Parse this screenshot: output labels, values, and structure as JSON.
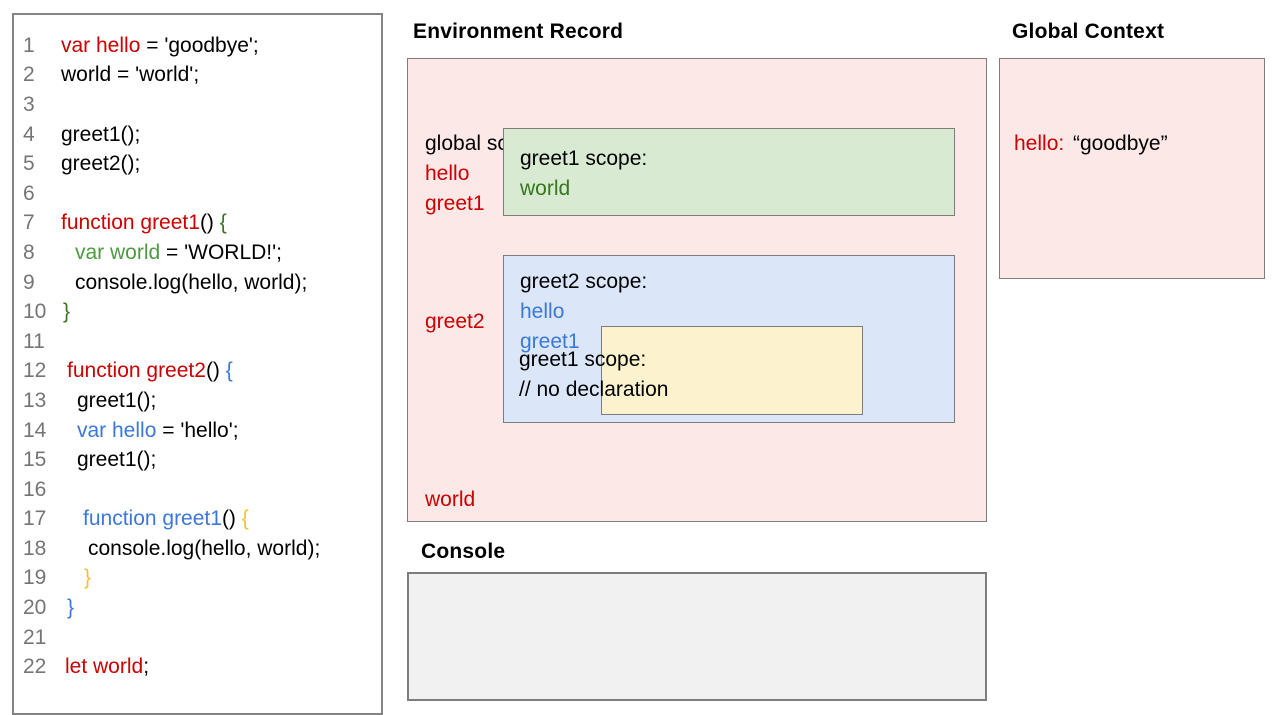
{
  "palette": {
    "red": "#cc0000",
    "blue": "#3c78d8",
    "green": "#4c9a41",
    "dark_green": "#38761d",
    "gold": "#f1c232",
    "black": "#000000",
    "gray": "#757575",
    "pink_bg": "#fce8e6",
    "green_bg": "#d9ead3",
    "blue_bg": "#dbe7f9",
    "yellow_bg": "#fcf2cd",
    "console_bg": "#f1f1f1",
    "border_gray": "#7d7d7d"
  },
  "code_panel": {
    "lines": [
      {
        "n": "1",
        "indent": 0,
        "tokens": [
          {
            "t": "var hello",
            "c": "red"
          },
          {
            "t": " = 'goodbye';",
            "c": "black"
          }
        ]
      },
      {
        "n": "2",
        "indent": 0,
        "tokens": [
          {
            "t": "world = 'world';",
            "c": "black"
          }
        ]
      },
      {
        "n": "3",
        "indent": 0,
        "tokens": []
      },
      {
        "n": "4",
        "indent": 0,
        "tokens": [
          {
            "t": "greet1();",
            "c": "black"
          }
        ]
      },
      {
        "n": "5",
        "indent": 0,
        "tokens": [
          {
            "t": "greet2();",
            "c": "black"
          }
        ]
      },
      {
        "n": "6",
        "indent": 0,
        "tokens": []
      },
      {
        "n": "7",
        "indent": 0,
        "tokens": [
          {
            "t": "function greet1",
            "c": "red"
          },
          {
            "t": "() ",
            "c": "black"
          },
          {
            "t": "{",
            "c": "dark_green"
          }
        ]
      },
      {
        "n": "8",
        "indent": 14,
        "tokens": [
          {
            "t": "var world",
            "c": "green"
          },
          {
            "t": " = 'WORLD!';",
            "c": "black"
          }
        ]
      },
      {
        "n": "9",
        "indent": 14,
        "tokens": [
          {
            "t": "console.log(hello, world);",
            "c": "black"
          }
        ]
      },
      {
        "n": "10",
        "indent": 2,
        "tokens": [
          {
            "t": "}",
            "c": "dark_green"
          }
        ]
      },
      {
        "n": "11",
        "indent": 0,
        "tokens": []
      },
      {
        "n": "12",
        "indent": 6,
        "tokens": [
          {
            "t": "function greet2",
            "c": "red"
          },
          {
            "t": "() ",
            "c": "black"
          },
          {
            "t": "{",
            "c": "blue"
          }
        ]
      },
      {
        "n": "13",
        "indent": 16,
        "tokens": [
          {
            "t": "greet1();",
            "c": "black"
          }
        ]
      },
      {
        "n": "14",
        "indent": 16,
        "tokens": [
          {
            "t": "var hello",
            "c": "blue"
          },
          {
            "t": " = 'hello';",
            "c": "black"
          }
        ]
      },
      {
        "n": "15",
        "indent": 16,
        "tokens": [
          {
            "t": "greet1();",
            "c": "black"
          }
        ]
      },
      {
        "n": "16",
        "indent": 0,
        "tokens": []
      },
      {
        "n": "17",
        "indent": 22,
        "tokens": [
          {
            "t": "function greet1",
            "c": "blue"
          },
          {
            "t": "() ",
            "c": "black"
          },
          {
            "t": "{",
            "c": "gold"
          }
        ]
      },
      {
        "n": "18",
        "indent": 27,
        "tokens": [
          {
            "t": "console.log(hello, world);",
            "c": "black"
          }
        ]
      },
      {
        "n": "19",
        "indent": 23,
        "tokens": [
          {
            "t": "}",
            "c": "gold"
          }
        ]
      },
      {
        "n": "20",
        "indent": 6,
        "tokens": [
          {
            "t": "}",
            "c": "blue"
          }
        ]
      },
      {
        "n": "21",
        "indent": 0,
        "tokens": []
      },
      {
        "n": "22",
        "indent": 4,
        "tokens": [
          {
            "t": "let world",
            "c": "red"
          },
          {
            "t": ";",
            "c": "black"
          }
        ]
      }
    ]
  },
  "environment_record": {
    "title": "Environment Record",
    "global_scope_label": "global scope:",
    "binding_hello": "hello",
    "binding_greet1": "greet1",
    "binding_greet2": "greet2",
    "binding_world": "world",
    "greet1_scope": {
      "label": "greet1 scope:",
      "binding_world": "world"
    },
    "greet2_scope": {
      "label": "greet2 scope:",
      "binding_hello": "hello",
      "binding_greet1": "greet1",
      "inner_greet1_scope": {
        "label": "greet1 scope:",
        "comment": "// no declaration"
      }
    }
  },
  "console_panel": {
    "title": "Console",
    "content": ""
  },
  "global_context": {
    "title": "Global Context",
    "entry_name": "hello:",
    "entry_value": "“goodbye”"
  }
}
